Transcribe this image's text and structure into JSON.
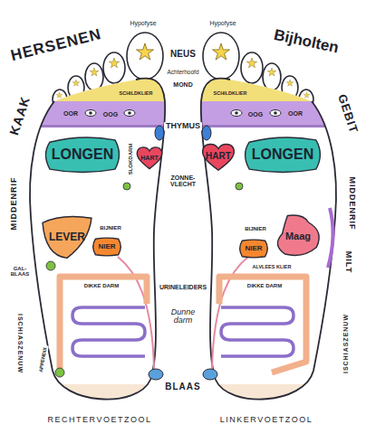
{
  "diagram": {
    "nodes": [
      {
        "text": [
          "LONGEN"
        ]
      },
      {
        "text": [
          "HART"
        ]
      },
      {
        "text": [
          "HART"
        ]
      },
      {
        "text": [
          "LONGEN"
        ]
      },
      {
        "text": [
          "LEVER"
        ]
      },
      {
        "text": [
          "NIER"
        ]
      },
      {
        "text": [
          "Maag"
        ]
      },
      {
        "text": [
          "NIER"
        ]
      }
    ],
    "labels": [
      "HERSENEN",
      "Hypofyse",
      "NEUS",
      "Hypofyse",
      "Bijholten",
      "Achterhoofd",
      "MOND",
      "KAAK",
      "SCHILDKLIER",
      "SCHILDKLIER",
      "GEBIT",
      "OOR",
      "OOG",
      "OOG",
      "OOR",
      "THYMUS",
      "SLOKDARM",
      "ZONNE-VLECHT",
      "MIDDENRIF",
      "MIDDENRIF",
      "BIJNIER",
      "BIJNIER",
      "MILT",
      "GAL-BLAAS",
      "ALVLEES KLIER",
      "URINELEIDERS",
      "DIKKE DARM",
      "DIKKE DARM",
      "Dunne darm",
      "APPENDIX",
      "ISCHIASZENUW",
      "ISCHIASZENUW",
      "BLAAS",
      "RECHTERVOETZOOL",
      "LINKERVOETZOOL"
    ]
  }
}
